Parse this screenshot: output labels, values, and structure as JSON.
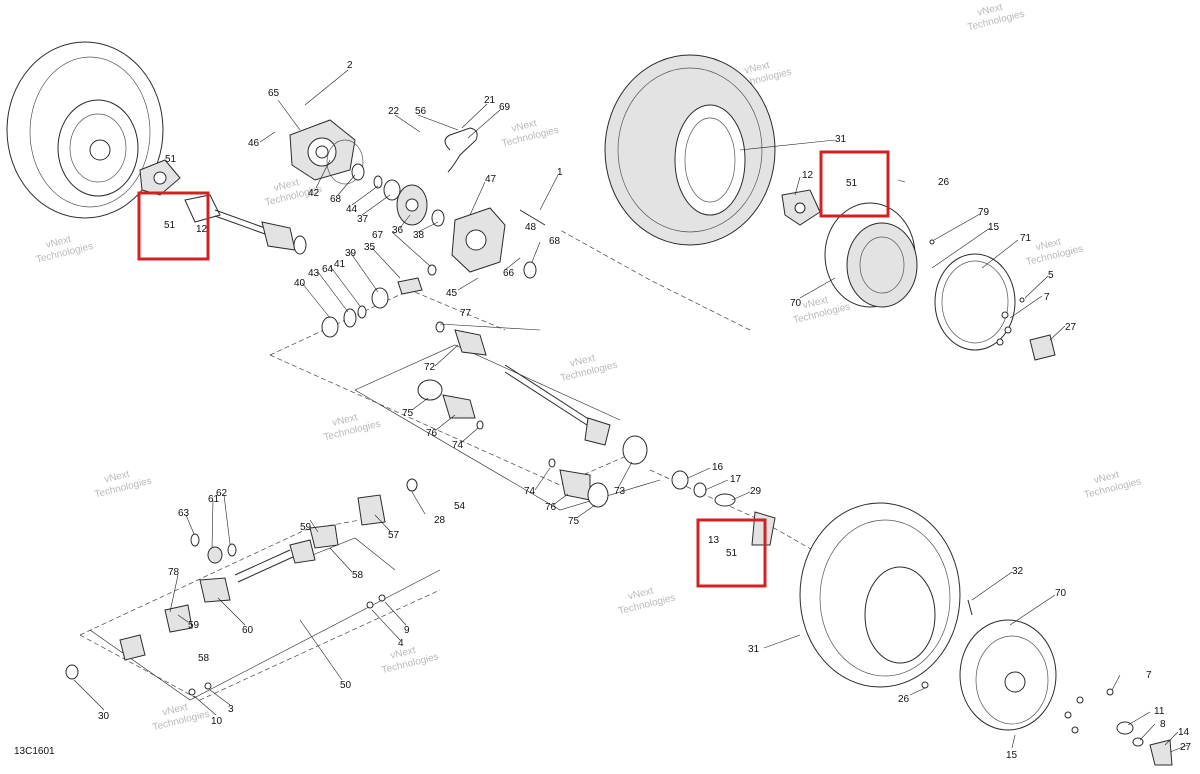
{
  "diagram": {
    "code": "13C1601",
    "watermark_line1": "vNext",
    "watermark_line2": "Technologies",
    "colors": {
      "highlight": "#d42020",
      "line": "#2b2b2b",
      "watermark": "#b9b9b9"
    },
    "labels": {
      "p1": "1",
      "p2": "2",
      "p3": "3",
      "p4": "4",
      "p5": "5",
      "p7a": "7",
      "p7b": "7",
      "p8": "8",
      "p9": "9",
      "p10": "10",
      "p11": "11",
      "p12a": "12",
      "p12b": "12",
      "p13": "13",
      "p14": "14",
      "p15a": "15",
      "p15b": "15",
      "p16": "16",
      "p17": "17",
      "p21": "21",
      "p22": "22",
      "p26a": "26",
      "p26b": "26",
      "p27a": "27",
      "p27b": "27",
      "p28": "28",
      "p29": "29",
      "p30": "30",
      "p31a": "31",
      "p31b": "31",
      "p32": "32",
      "p35": "35",
      "p36": "36",
      "p37": "37",
      "p38": "38",
      "p39": "39",
      "p40": "40",
      "p41": "41",
      "p42": "42",
      "p43": "43",
      "p44": "44",
      "p45": "45",
      "p46": "46",
      "p47": "47",
      "p48": "48",
      "p50": "50",
      "p51a": "51",
      "p51b": "51",
      "p51c": "51",
      "p54": "54",
      "p56": "56",
      "p57": "57",
      "p58a": "58",
      "p58b": "58",
      "p59a": "59",
      "p59b": "59",
      "p60": "60",
      "p61": "61",
      "p62": "62",
      "p63": "63",
      "p64": "64",
      "p65": "65",
      "p66": "66",
      "p67": "67",
      "p68a": "68",
      "p68b": "68",
      "p69": "69",
      "p70a": "70",
      "p70b": "70",
      "p71": "71",
      "p72": "72",
      "p73": "73",
      "p74a": "74",
      "p74b": "74",
      "p75a": "75",
      "p75b": "75",
      "p76a": "76",
      "p76b": "76",
      "p77": "77",
      "p78": "78",
      "p79": "79"
    }
  }
}
